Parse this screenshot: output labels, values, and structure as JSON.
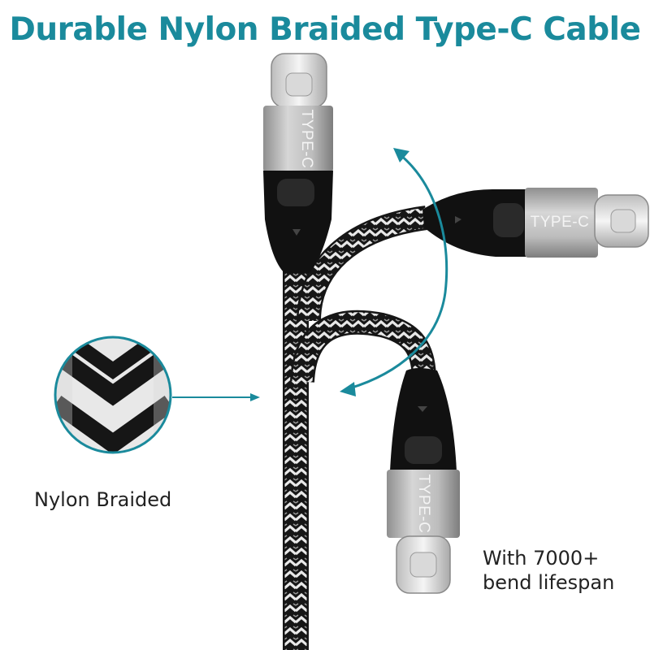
{
  "headline": "Durable Nylon Braided Type-C Cable",
  "captions": {
    "braid": "Nylon Braided",
    "bend_line1": "With 7000+",
    "bend_line2": "bend lifespan"
  },
  "connectors": {
    "top_label": "TYPE-C",
    "right_label": "TYPE-C",
    "bottom_label": "TYPE-C"
  },
  "colors": {
    "accent": "#1a8a9c",
    "shell": "#b9b9b9",
    "plug_metal": "#e6e6e6",
    "boot": "#111111",
    "braid_dark": "#161616",
    "braid_light": "#e8e8e8"
  }
}
